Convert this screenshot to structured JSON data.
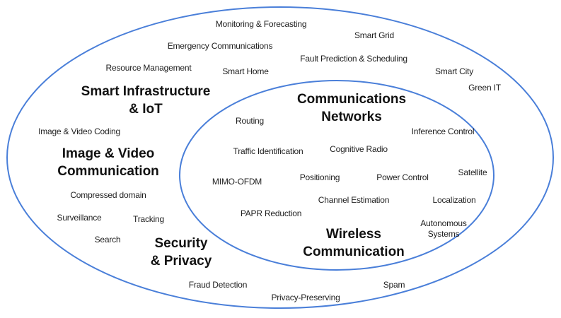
{
  "colors": {
    "ring": "#4a7fd9",
    "text": "#1e1e1e"
  },
  "outer": {
    "headings": {
      "smart_infra": [
        "Smart Infrastructure",
        "& IoT"
      ],
      "image_video": [
        "Image & Video",
        "Communication"
      ],
      "security": [
        "Security",
        "& Privacy"
      ]
    },
    "topics": {
      "monitoring": "Monitoring & Forecasting",
      "smart_grid": "Smart Grid",
      "emergency": "Emergency Communications",
      "fault": "Fault Prediction & Scheduling",
      "resource": "Resource Management",
      "smart_home": "Smart Home",
      "smart_city": "Smart City",
      "green_it": "Green IT",
      "image_coding": "Image & Video Coding",
      "compressed": "Compressed domain",
      "surveillance": "Surveillance",
      "tracking": "Tracking",
      "search": "Search",
      "fraud": "Fraud Detection",
      "privacy_preserving": "Privacy-Preserving",
      "spam": "Spam"
    }
  },
  "inner": {
    "headings": {
      "networks": [
        "Communications",
        "Networks"
      ],
      "wireless": [
        "Wireless",
        "Communication"
      ]
    },
    "topics": {
      "routing": "Routing",
      "inference": "Inference Control",
      "traffic": "Traffic Identification",
      "cognitive": "Cognitive Radio",
      "mimo": "MIMO-OFDM",
      "positioning": "Positioning",
      "power": "Power Control",
      "satellite": "Satellite",
      "channel": "Channel Estimation",
      "localization": "Localization",
      "papr": "PAPR Reduction",
      "autonomous": [
        "Autonomous",
        "Systems"
      ]
    }
  }
}
